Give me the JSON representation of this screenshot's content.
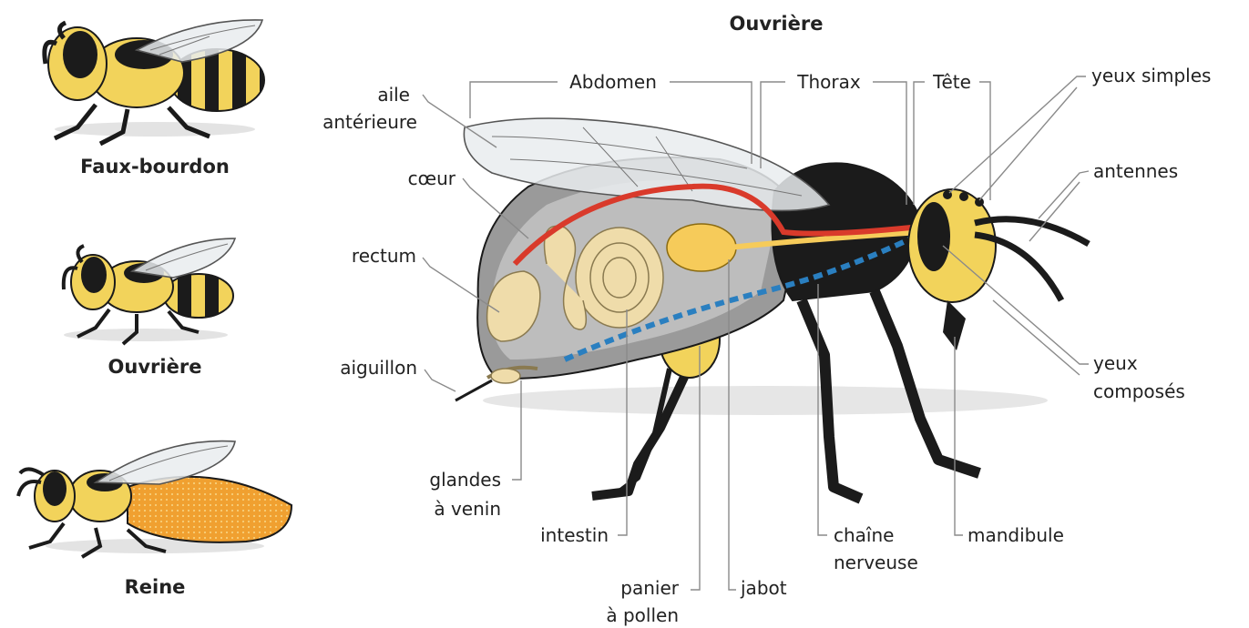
{
  "title": "Ouvrière",
  "castes": [
    {
      "label": "Faux-bourdon"
    },
    {
      "label": "Ouvrière"
    },
    {
      "label": "Reine"
    }
  ],
  "groups": {
    "abdomen": "Abdomen",
    "thorax": "Thorax",
    "tete": "Tête"
  },
  "labels": {
    "aile_1": "aile",
    "aile_2": "antérieure",
    "coeur": "cœur",
    "rectum": "rectum",
    "aiguillon": "aiguillon",
    "glandes_1": "glandes",
    "glandes_2": "à venin",
    "intestin": "intestin",
    "panier_1": "panier",
    "panier_2": "à pollen",
    "jabot": "jabot",
    "chaine_1": "chaîne",
    "chaine_2": "nerveuse",
    "mandibule": "mandibule",
    "yeux_simples": "yeux simples",
    "antennes": "antennes",
    "yeux_composes_1": "yeux",
    "yeux_composes_2": "composés"
  },
  "colors": {
    "yellow": "#f2d35b",
    "black": "#1b1b1b",
    "queen_orange": "#f0a030",
    "gut": "#efdcaa",
    "heart": "#d93a2b",
    "nerve": "#2a7fc0",
    "cavity": "#9a9a9a"
  }
}
